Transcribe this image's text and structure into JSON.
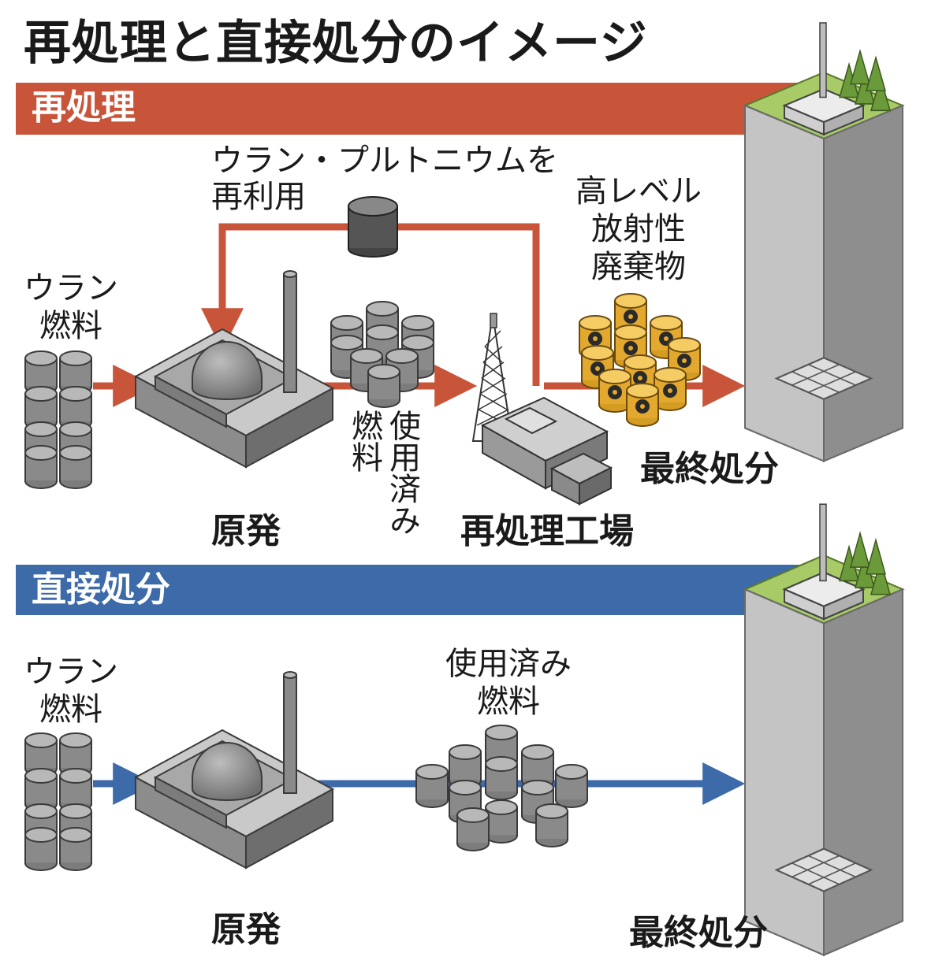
{
  "title": "再処理と直接処分のイメージ",
  "colors": {
    "reprocess": "#c8553a",
    "direct": "#3d6aa8",
    "barrel": "#8f8f8f",
    "hlw": "#e9b63a",
    "grass": "#a7c96a"
  },
  "reprocessing": {
    "band_label": "再処理",
    "recycle_line1": "ウラン・プルトニウムを",
    "recycle_line2": "再利用",
    "uranium_fuel_line1": "ウラン",
    "uranium_fuel_line2": "燃料",
    "npp_label": "原発",
    "spent_fuel_col1": "燃料",
    "spent_fuel_col2": "使用済み",
    "plant_label": "再処理工場",
    "hlw_line1": "高レベル",
    "hlw_line2": "放射性",
    "hlw_line3": "廃棄物",
    "disposal_label": "最終処分"
  },
  "direct": {
    "band_label": "直接処分",
    "uranium_fuel_line1": "ウラン",
    "uranium_fuel_line2": "燃料",
    "spent_fuel_line1": "使用済み",
    "spent_fuel_line2": "燃料",
    "npp_label": "原発",
    "disposal_label": "最終処分"
  }
}
